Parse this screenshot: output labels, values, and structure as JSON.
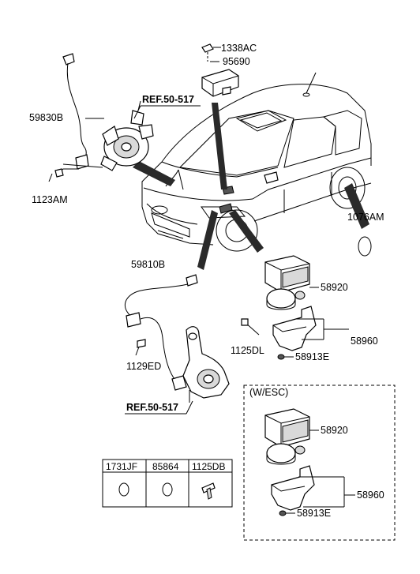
{
  "parts": {
    "p1338AC": "1338AC",
    "p95690": "95690",
    "p59830B": "59830B",
    "p1123AM": "1123AM",
    "p1076AM": "1076AM",
    "p59810B": "59810B",
    "p58920_top": "58920",
    "p58960_top": "58960",
    "p1125DL": "1125DL",
    "p58913E_top": "58913E",
    "p1129ED": "1129ED",
    "p58920_esc": "58920",
    "p58960_esc": "58960",
    "p58913E_esc": "58913E"
  },
  "refs": {
    "ref_top": "REF.50-517",
    "ref_bottom": "REF.50-517"
  },
  "esc_box": {
    "title": "(W/ESC)"
  },
  "legend_table": {
    "headers": [
      "1731JF",
      "85864",
      "1125DB"
    ],
    "icons": [
      "grommet-icon",
      "grommet-icon",
      "bolt-icon"
    ]
  }
}
